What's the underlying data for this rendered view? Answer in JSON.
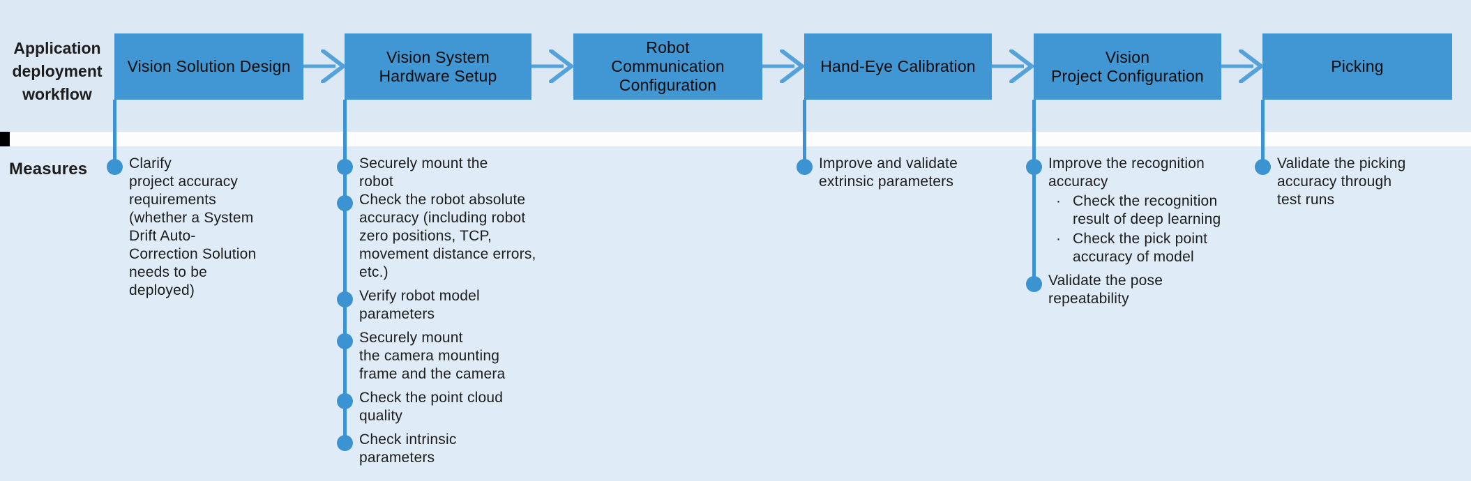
{
  "header": {
    "label": "Application\ndeployment\nworkflow"
  },
  "measures_label": "Measures",
  "colors": {
    "background_top": "#dce8f4",
    "background_bottom": "#dfebf6",
    "band": "#fdfdfe",
    "box_fill": "#4097d3",
    "arrow": "#55a2da",
    "connector": "#3c93d2",
    "text": "#1c1c1c"
  },
  "stages": [
    {
      "title": "Vision Solution Design",
      "measures": [
        {
          "text": "Clarify\nproject accuracy\nrequirements\n (whether a System\nDrift Auto-\nCorrection Solution\nneeds to be\ndeployed)"
        }
      ]
    },
    {
      "title": "Vision System\nHardware Setup",
      "measures": [
        {
          "text": "Securely mount the\nrobot"
        },
        {
          "text": "Check the robot absolute\naccuracy (including robot\nzero positions, TCP,\nmovement distance errors,\netc.)"
        },
        {
          "text": "Verify robot model\nparameters"
        },
        {
          "text": "Securely mount\nthe camera mounting\nframe and the camera"
        },
        {
          "text": "Check the point cloud\nquality"
        },
        {
          "text": "Check intrinsic\nparameters"
        }
      ]
    },
    {
      "title": "Robot\nCommunication\nConfiguration",
      "measures": []
    },
    {
      "title": "Hand-Eye Calibration",
      "measures": [
        {
          "text": "Improve and validate\nextrinsic parameters"
        }
      ]
    },
    {
      "title": "Vision\nProject Configuration",
      "measures": [
        {
          "text": "Improve the recognition\naccuracy",
          "sub": [
            "Check the recognition\nresult of deep learning",
            "Check the pick point\naccuracy of model"
          ]
        },
        {
          "text": "Validate the pose\nrepeatability"
        }
      ]
    },
    {
      "title": "Picking",
      "measures": [
        {
          "text": "Validate the picking\naccuracy through\ntest runs"
        }
      ]
    }
  ]
}
